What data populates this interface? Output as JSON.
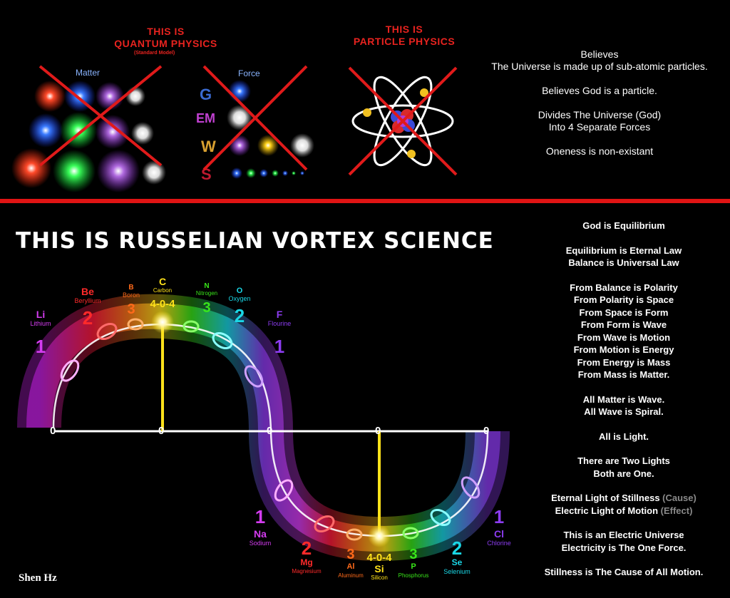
{
  "top": {
    "quantum": {
      "title_line1": "THIS IS",
      "title_line2": "QUANTUM PHYSICS",
      "subtitle": "(Standard Model)",
      "matter_label": "Matter",
      "force_label": "Force",
      "force_glyphs": [
        "G",
        "EM",
        "W",
        "S"
      ]
    },
    "particle": {
      "title_line1": "THIS IS",
      "title_line2": "PARTICLE PHYSICS"
    },
    "beliefs": {
      "b1_line1": "Believes",
      "b1_line2": "The Universe is made up of sub-atomic particles.",
      "b2": "Believes God is a particle.",
      "b3_line1": "Divides The Universe (God)",
      "b3_line2": "Into 4 Separate Forces",
      "b4": "Oneness is non-existant"
    }
  },
  "bottom": {
    "title": "THIS IS RUSSELIAN VORTEX SCIENCE",
    "zero": "0",
    "upper_elements": [
      {
        "num": "1",
        "sym": "Li",
        "name": "Lithium",
        "color": "#d43cf0"
      },
      {
        "num": "2",
        "sym": "Be",
        "name": "Beryllium",
        "color": "#ff2a2a"
      },
      {
        "num": "3",
        "sym": "B",
        "name": "Boron",
        "color": "#ff6a1a"
      },
      {
        "num": "4-0-4",
        "sym": "C",
        "name": "Carbon",
        "color": "#ffe21a"
      },
      {
        "num": "3",
        "sym": "N",
        "name": "Nitrogen",
        "color": "#39e61a"
      },
      {
        "num": "2",
        "sym": "O",
        "name": "Oxygen",
        "color": "#1ad7e6"
      },
      {
        "num": "1",
        "sym": "F",
        "name": "Flourine",
        "color": "#8c3cf0"
      }
    ],
    "lower_elements": [
      {
        "num": "1",
        "sym": "Na",
        "name": "Sodium",
        "color": "#d43cf0"
      },
      {
        "num": "2",
        "sym": "Mg",
        "name": "Magnesium",
        "color": "#ff2a2a"
      },
      {
        "num": "3",
        "sym": "Al",
        "name": "Aluminum",
        "color": "#ff6a1a"
      },
      {
        "num": "4-0-4",
        "sym": "Si",
        "name": "Silicon",
        "color": "#ffe21a"
      },
      {
        "num": "3",
        "sym": "P",
        "name": "Phosphorus",
        "color": "#39e61a"
      },
      {
        "num": "2",
        "sym": "Se",
        "name": "Selenium",
        "color": "#1ad7e6"
      },
      {
        "num": "1",
        "sym": "Cl",
        "name": "Chlorine",
        "color": "#8c3cf0"
      }
    ],
    "right_text": {
      "l01": "God is Equilibrium",
      "l02": "Equilibrium is Eternal Law",
      "l03": "Balance is Universal Law",
      "l04": "From Balance is Polarity",
      "l05": "From Polarity is Space",
      "l06": "From Space is Form",
      "l07": "From Form is Wave",
      "l08": "From Wave is Motion",
      "l09": "From Motion is Energy",
      "l10": "From Energy is Mass",
      "l11": "From Mass is Matter.",
      "l12": "All Matter is Wave.",
      "l13": "All Wave is Spiral.",
      "l14": "All is Light.",
      "l15": "There are Two Lights",
      "l16": "Both are One.",
      "l17a": "Eternal Light of Stillness ",
      "l17b": "(Cause)",
      "l18a": "Electric Light of Motion ",
      "l18b": "(Effect)",
      "l19": "This is an Electric Universe",
      "l20": "Electricity is The One Force.",
      "l21": "Stillness is The Cause of All Motion."
    },
    "credit": "Shen Hz"
  },
  "colors": {
    "accent_red": "#e8231f",
    "background": "#000000"
  }
}
